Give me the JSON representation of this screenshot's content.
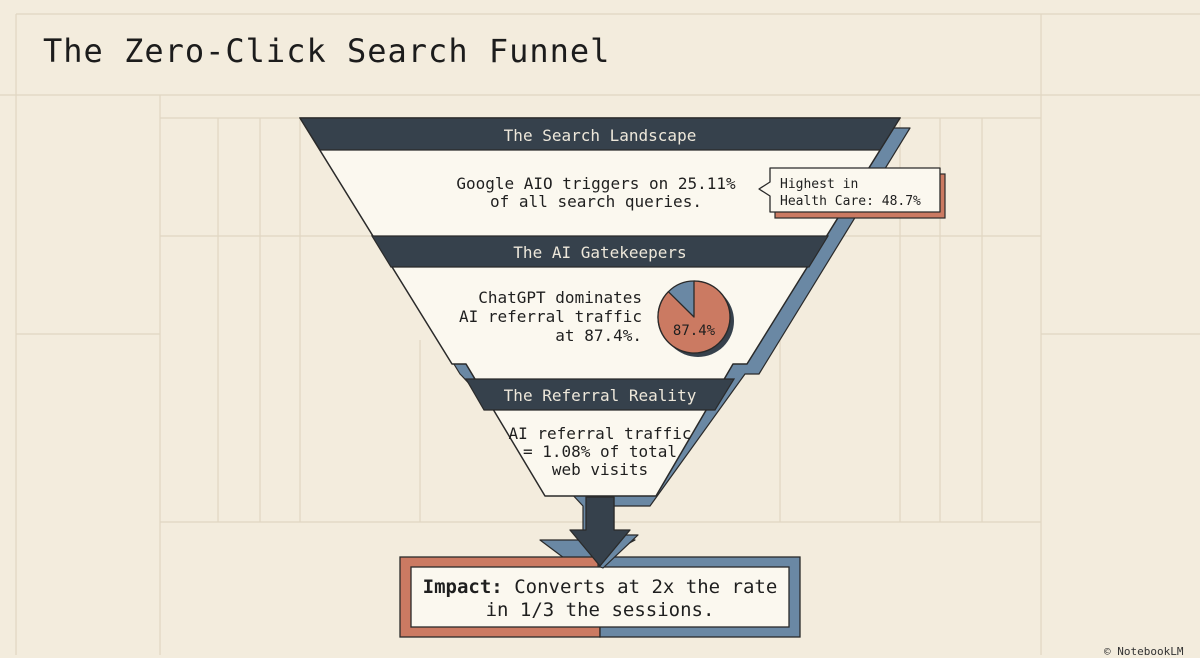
{
  "page": {
    "title": "The Zero-Click Search Funnel",
    "watermark": "© NotebookLM"
  },
  "funnel": {
    "stages": [
      {
        "header": "The Search Landscape",
        "line1": "Google AIO triggers on 25.11%",
        "line2": "of all search queries."
      },
      {
        "header": "The AI Gatekeepers",
        "line1": "ChatGPT dominates",
        "line2": "AI referral traffic",
        "line3": "at 87.4%."
      },
      {
        "header": "The Referral Reality",
        "line1": "AI referral traffic",
        "line2": "= 1.08% of total",
        "line3": "web visits"
      }
    ],
    "callout": {
      "line1": "Highest in",
      "line2": "Health Care: 48.7%"
    },
    "pie": {
      "label": "87.4%",
      "share": 0.874
    },
    "impact": {
      "bold": "Impact:",
      "line1": "Converts at 2x the rate",
      "line2": "in 1/3 the sessions."
    }
  },
  "colors": {
    "background": "#f3ecdd",
    "panel": "#fbf8ef",
    "dark": "#36414c",
    "blue": "#6a88a4",
    "terracotta": "#cb7a62",
    "grid": "#e2d9c6"
  }
}
